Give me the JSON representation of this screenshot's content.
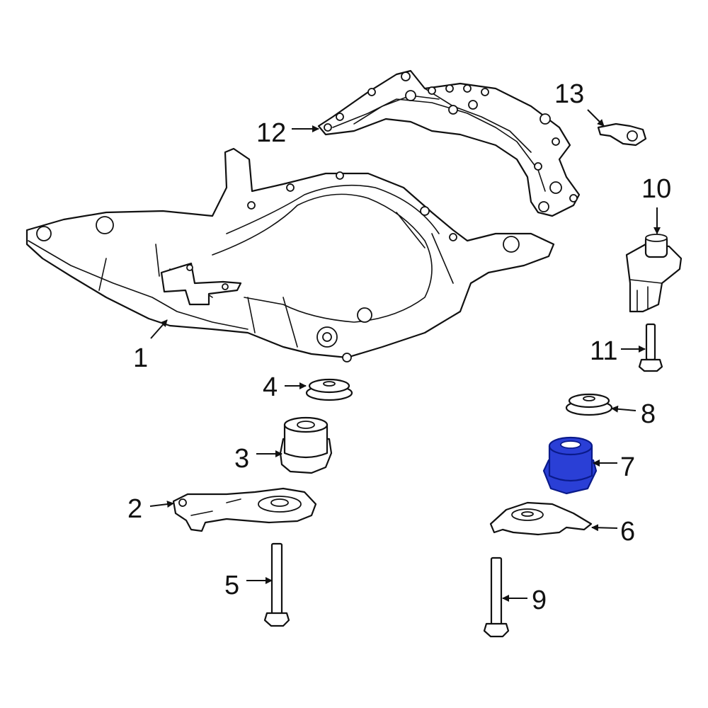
{
  "highlight_color": "#2a3fd6",
  "line_color": "#111111",
  "callouts": [
    {
      "id": "1",
      "label": "1"
    },
    {
      "id": "2",
      "label": "2"
    },
    {
      "id": "3",
      "label": "3"
    },
    {
      "id": "4",
      "label": "4"
    },
    {
      "id": "5",
      "label": "5"
    },
    {
      "id": "6",
      "label": "6"
    },
    {
      "id": "7",
      "label": "7"
    },
    {
      "id": "8",
      "label": "8"
    },
    {
      "id": "9",
      "label": "9"
    },
    {
      "id": "10",
      "label": "10"
    },
    {
      "id": "11",
      "label": "11"
    },
    {
      "id": "12",
      "label": "12"
    },
    {
      "id": "13",
      "label": "13"
    }
  ],
  "highlighted_part": "7"
}
